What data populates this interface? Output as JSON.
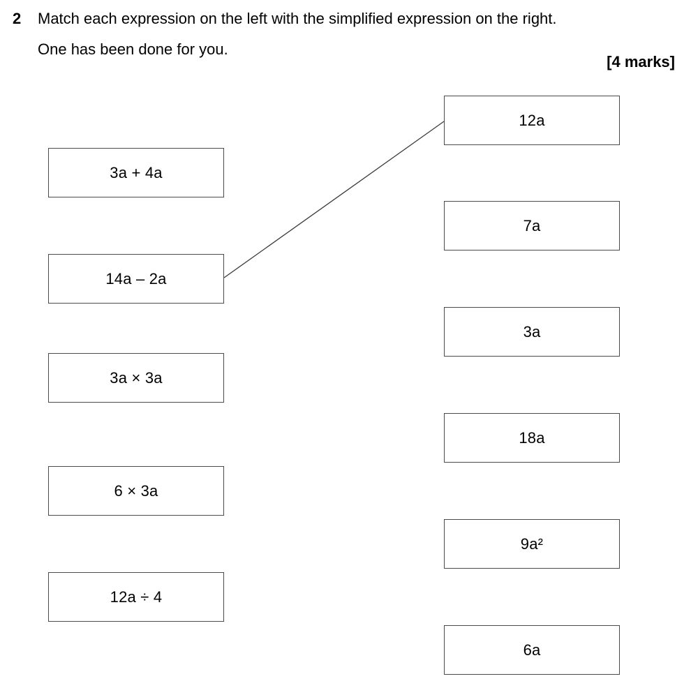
{
  "question": {
    "number": "2",
    "line1": "Match each expression on the left with the simplified expression on the right.",
    "line2": "One has been done for you.",
    "marks": "[4 marks]"
  },
  "left_expressions": [
    "3a + 4a",
    "14a – 2a",
    "3a × 3a",
    "6 × 3a",
    "12a ÷ 4"
  ],
  "right_expressions": [
    "12a",
    "7a",
    "3a",
    "18a",
    "9a²",
    "6a"
  ],
  "example_match": {
    "left": "14a – 2a",
    "right": "12a"
  }
}
